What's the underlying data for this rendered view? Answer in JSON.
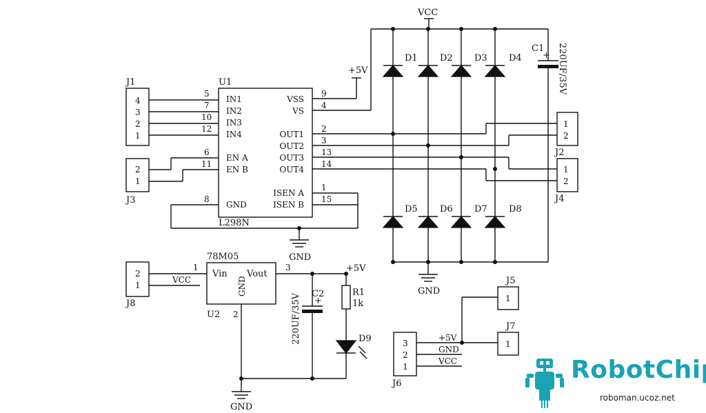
{
  "power": {
    "vcc": "VCC",
    "plus5v": "+5V",
    "gnd": "GND"
  },
  "u1": {
    "ref": "U1",
    "part": "L298N",
    "left_pins": [
      "IN1",
      "IN2",
      "IN3",
      "IN4",
      "EN A",
      "EN B",
      "GND"
    ],
    "left_nums": [
      "5",
      "7",
      "10",
      "12",
      "6",
      "11",
      "8"
    ],
    "right_pins": [
      "VSS",
      "VS",
      "OUT1",
      "OUT2",
      "OUT3",
      "OUT4",
      "ISEN A",
      "ISEN B"
    ],
    "right_nums": [
      "9",
      "4",
      "2",
      "3",
      "13",
      "14",
      "1",
      "15"
    ]
  },
  "u2": {
    "ref": "U2",
    "part": "78M05",
    "vin": "Vin",
    "vout": "Vout",
    "gnd": "GND",
    "pin1": "1",
    "pin2": "2",
    "pin3": "3"
  },
  "connectors": {
    "j1": {
      "ref": "J1",
      "pins": [
        "4",
        "3",
        "2",
        "1"
      ]
    },
    "j3": {
      "ref": "J3",
      "pins": [
        "2",
        "1"
      ]
    },
    "j2": {
      "ref": "J2",
      "pins": [
        "1",
        "2"
      ]
    },
    "j4": {
      "ref": "J4",
      "pins": [
        "1",
        "2"
      ]
    },
    "j8": {
      "ref": "J8",
      "pins": [
        "2",
        "1"
      ]
    },
    "j5": {
      "ref": "J5",
      "pins": [
        "1"
      ]
    },
    "j7": {
      "ref": "J7",
      "pins": [
        "1"
      ]
    },
    "j6": {
      "ref": "J6",
      "pins": [
        "3",
        "2",
        "1"
      ]
    }
  },
  "diodes": [
    "D1",
    "D2",
    "D3",
    "D4",
    "D5",
    "D6",
    "D7",
    "D8",
    "D9"
  ],
  "c1": {
    "ref": "C1",
    "value": "220UF/35V",
    "polarity": "+"
  },
  "c2": {
    "ref": "C2",
    "value": "220UF/35V",
    "polarity": "+"
  },
  "r1": {
    "ref": "R1",
    "value": "1k"
  },
  "j6_nets": [
    "+5V",
    "GND",
    "VCC"
  ],
  "brand": {
    "name": "RobotChip",
    "url": "roboman.ucoz.net",
    "color": "#19a3b5"
  }
}
